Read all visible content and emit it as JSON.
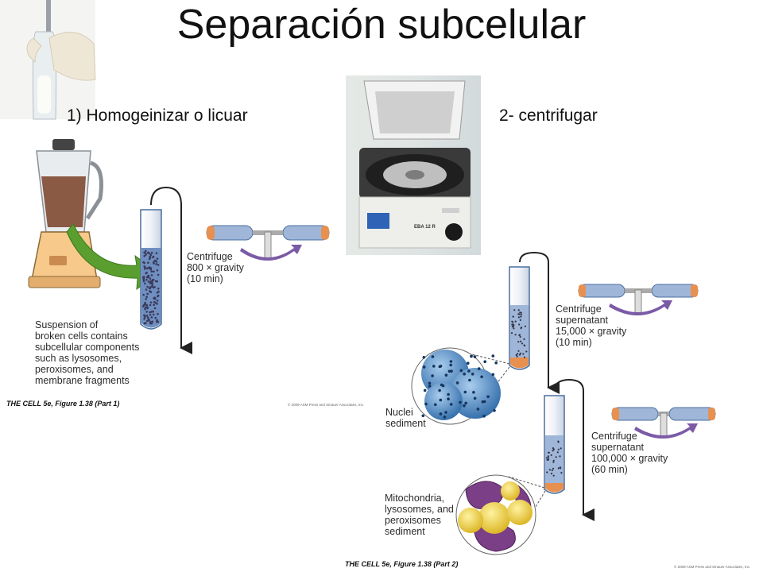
{
  "title": "Separación subcelular",
  "steps": {
    "step1": "1) Homogeinizar o licuar",
    "step2": "2- centrifugar"
  },
  "part1": {
    "centrifuge_label": "Centrifuge\n800 × gravity\n(10 min)",
    "suspension_label": "Suspension of\nbroken cells contains\nsubcellular components\nsuch as lysosomes,\nperoxisomes, and\nmembrane fragments",
    "caption": "THE CELL 5e, Figure 1.38 (Part 1)",
    "copyright": "© 2009 ASM Press and Sinauer Associates, Inc."
  },
  "part2": {
    "centrifuge2_label": "Centrifuge\nsupernatant\n15,000 × gravity\n(10 min)",
    "centrifuge3_label": "Centrifuge\nsupernatant\n100,000 × gravity\n(60 min)",
    "nuclei_label": "Nuclei\nsediment",
    "mito_label": "Mitochondria,\nlysosomes, and\nperoxisomes\nsediment",
    "caption": "THE CELL 5e, Figure 1.38 (Part 2)",
    "copyright": "© 2009 ASM Press and Sinauer Associates, Inc."
  },
  "machine": {
    "badge": "EBA 12 R"
  },
  "colors": {
    "arrow_green": "#5a9e2f",
    "rotor_purple": "#7b5aa6",
    "tube_blue": "#9fb6d8",
    "nuclei_blue": "#4a86c4",
    "mito_purple": "#7a3f86",
    "lyso_yellow": "#f2d23a",
    "blender_base": "#f7c98a"
  }
}
